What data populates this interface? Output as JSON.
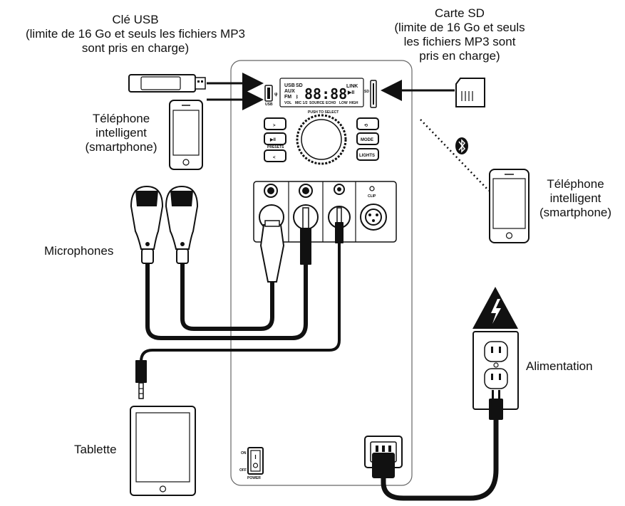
{
  "labels": {
    "usb_key": [
      "Clé USB",
      "(limite de 16 Go et seuls les fichiers MP3",
      "sont pris en charge)"
    ],
    "sd_card": [
      "Carte SD",
      "(limite de 16 Go et seuls",
      "les fichiers MP3 sont",
      "pris en charge)"
    ],
    "phone_left": [
      "Téléphone",
      "intelligent",
      "(smartphone)"
    ],
    "phone_right": [
      "Téléphone",
      "intelligent",
      "(smartphone)"
    ],
    "microphones": "Microphones",
    "tablet": "Tablette",
    "power": "Alimentation"
  },
  "panel": {
    "usb_port": "USB",
    "sd_slot": "SD",
    "lcd_left": [
      "USB",
      "AUX",
      "FM"
    ],
    "lcd_sd": "SD",
    "lcd_link": "LINK",
    "lcd_play": "▶II",
    "lcd_bottom": [
      "VOL",
      "MIC 1/2",
      "SOURCE",
      "ECHO",
      "LOW",
      "HIGH"
    ],
    "push_to_select": "PUSH TO SELECT",
    "buttons_left": [
      ">",
      "▶II",
      "<"
    ],
    "presets": "PRESETS",
    "buttons_right": [
      "⟲",
      "MODE",
      "LIGHTS"
    ],
    "clip": "CLIP",
    "power_switch": "POWER",
    "on": "ON",
    "off": "OFF"
  },
  "colors": {
    "line": "#111111",
    "panel_edge": "#555555",
    "warning": "#111111"
  }
}
